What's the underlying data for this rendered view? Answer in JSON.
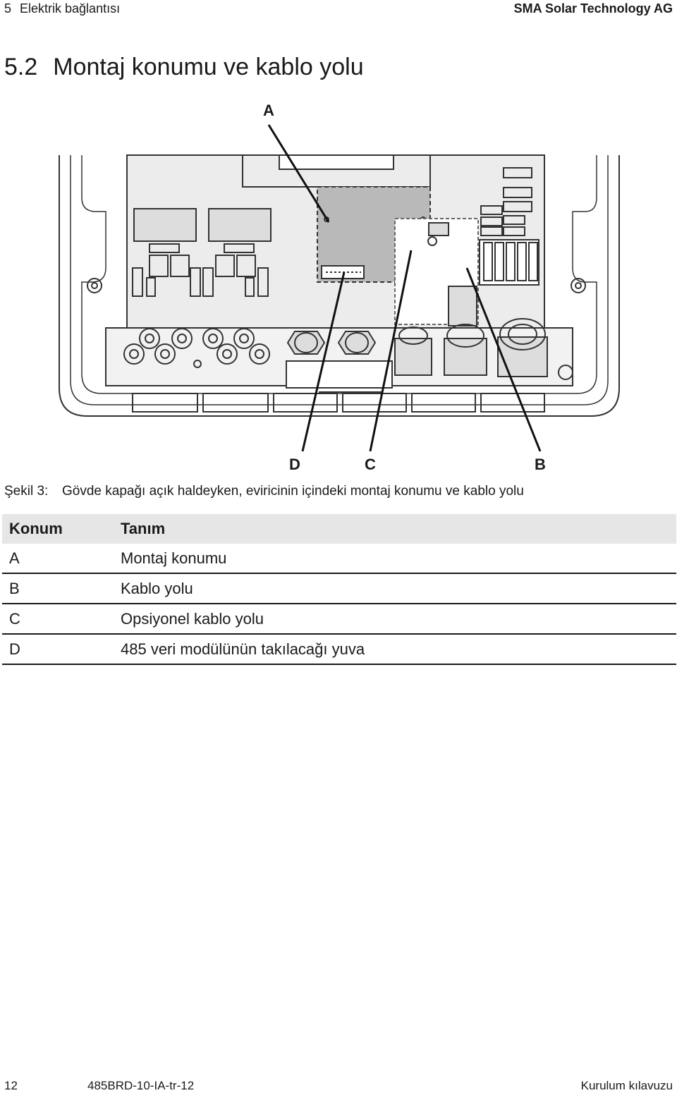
{
  "header": {
    "section_number": "5",
    "section_title": "Elektrik bağlantısı",
    "company": "SMA Solar Technology AG"
  },
  "title": {
    "number": "5.2",
    "text": "Montaj konumu ve kablo yolu"
  },
  "figure": {
    "callouts": {
      "a": "A",
      "b": "B",
      "c": "C",
      "d": "D"
    }
  },
  "caption": {
    "label": "Şekil 3:",
    "text": "Gövde kapağı açık haldeyken, eviricinin içindeki montaj konumu ve kablo yolu"
  },
  "legend": {
    "headers": [
      "Konum",
      "Tanım"
    ],
    "rows": [
      {
        "key": "A",
        "value": "Montaj konumu"
      },
      {
        "key": "B",
        "value": "Kablo yolu"
      },
      {
        "key": "C",
        "value": "Opsiyonel kablo yolu"
      },
      {
        "key": "D",
        "value": "485 veri modülünün takılacağı yuva"
      }
    ]
  },
  "footer": {
    "page": "12",
    "doc_id": "485BRD-10-IA-tr-12",
    "manual": "Kurulum kılavuzu"
  }
}
